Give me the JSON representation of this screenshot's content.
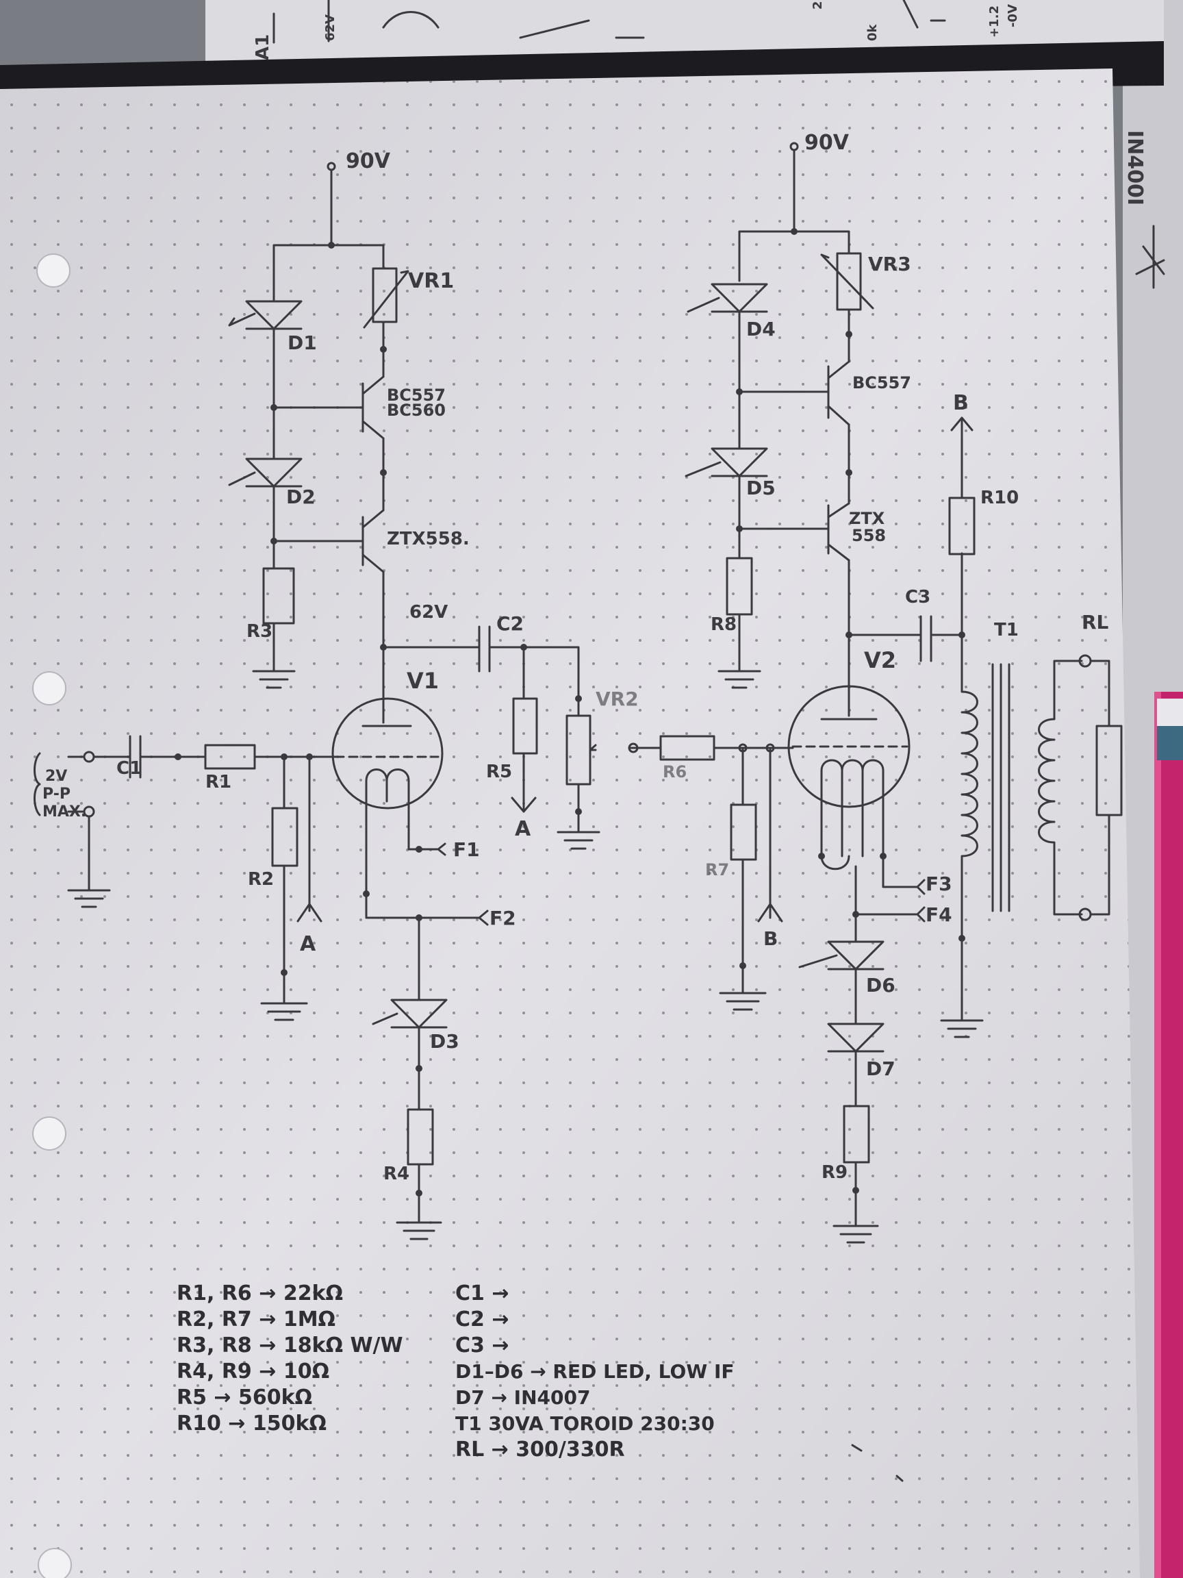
{
  "colors": {
    "paper": "#dcdbe0",
    "ink": "#3a3a3e",
    "dot": "#8f8f98",
    "background": "#7d7f86",
    "pen_body": "#c4246b"
  },
  "top_sheet": {
    "labels": [
      "A1",
      "62V",
      "+1.2",
      "-0V",
      "0k",
      "2"
    ]
  },
  "side_note": "IN400I",
  "supply": {
    "left": "90V",
    "right": "90V"
  },
  "components": {
    "vr1": "VR1",
    "vr2": "VR2",
    "vr3": "VR3",
    "d1": "D1",
    "d2": "D2",
    "d3": "D3",
    "d4": "D4",
    "d5": "D5",
    "d6": "D6",
    "d7": "D7",
    "q1": "BC557\nBC560",
    "q2": "ZTX558.",
    "q3": "BC557",
    "q4": "ZTX\n558",
    "r1": "R1",
    "r2": "R2",
    "r3": "R3",
    "r4": "R4",
    "r5": "R5",
    "r6": "R6",
    "r7": "R7",
    "r8": "R8",
    "r9": "R9",
    "r10": "R10",
    "c1": "C1",
    "c2": "C2",
    "c3": "C3",
    "v1": "V1",
    "v2": "V2",
    "t1": "T1",
    "rl": "RL"
  },
  "nodes": {
    "v62": "62V",
    "a": "A",
    "b": "B",
    "f1": "F1",
    "f2": "F2",
    "f3": "F3",
    "f4": "F4"
  },
  "input_label": [
    "2V",
    "P-P",
    "MAX."
  ],
  "bom": {
    "left": [
      "R1, R6 → 22kΩ",
      "R2, R7 → 1MΩ",
      "R3, R8 → 18kΩ W/W",
      "R4, R9 → 10Ω",
      "R5 → 560kΩ",
      "R10 → 150kΩ"
    ],
    "right": [
      "C1 →",
      "C2 →",
      "C3 →",
      "D1–D6 → RED LED, LOW IF",
      "D7 → IN4007",
      "T1  30VA TOROID 230:30",
      "RL → 300/330R"
    ]
  }
}
